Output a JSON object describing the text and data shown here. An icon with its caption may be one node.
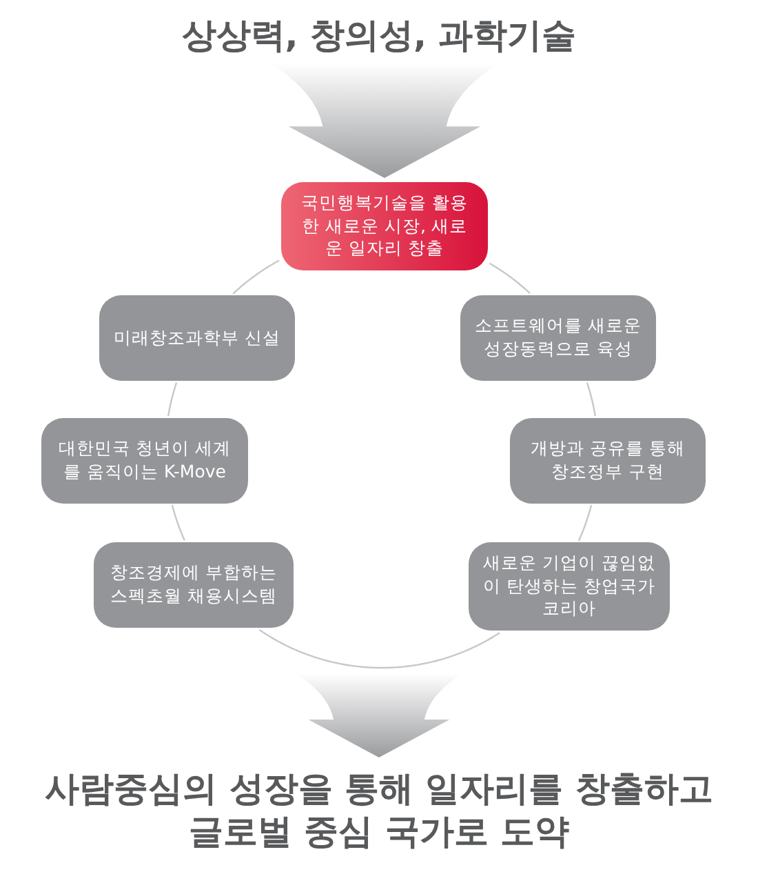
{
  "diagram": {
    "nodes": [
      {
        "text": [
          "상상력, 창의성, 과학기술"
        ]
      },
      {
        "text": [
          "국민행복기술을 활용한 새로운 시장, 새로운 일자리 창출"
        ]
      },
      {
        "text": [
          "미래창조과학부 신설"
        ]
      },
      {
        "text": [
          "소프트웨어를 새로운 성장동력으로 육성"
        ]
      },
      {
        "text": [
          "대한민국 청년이 세계를 움직이는 K-Move"
        ]
      },
      {
        "text": [
          "개방과 공유를 통해 창조정부 구현"
        ]
      },
      {
        "text": [
          "창조경제에 부합하는 스펙초월 채용시스템"
        ]
      },
      {
        "text": [
          "새로운 기업이 끊임없이 탄생하는 창업국가코리아"
        ]
      },
      {
        "text": [
          "사람중심의 성장을 통해 일자리를 창출하고 글로벌 중심 국가로 도약"
        ]
      }
    ],
    "edges": [
      {
        "from": 0,
        "to": 1,
        "arrow": "to",
        "style": "thick",
        "color": "#9a9b9e"
      },
      {
        "from": 1,
        "to": 3,
        "arrow": "none"
      },
      {
        "from": 3,
        "to": 5,
        "arrow": "none"
      },
      {
        "from": 5,
        "to": 7,
        "arrow": "none"
      },
      {
        "from": 7,
        "to": 6,
        "arrow": "none"
      },
      {
        "from": 6,
        "to": 4,
        "arrow": "none"
      },
      {
        "from": 4,
        "to": 2,
        "arrow": "none"
      },
      {
        "from": 2,
        "to": 1,
        "arrow": "none"
      },
      {
        "from": null,
        "to": 8,
        "arrow": "to",
        "style": "thick",
        "color": "#9a9b9e"
      }
    ]
  }
}
